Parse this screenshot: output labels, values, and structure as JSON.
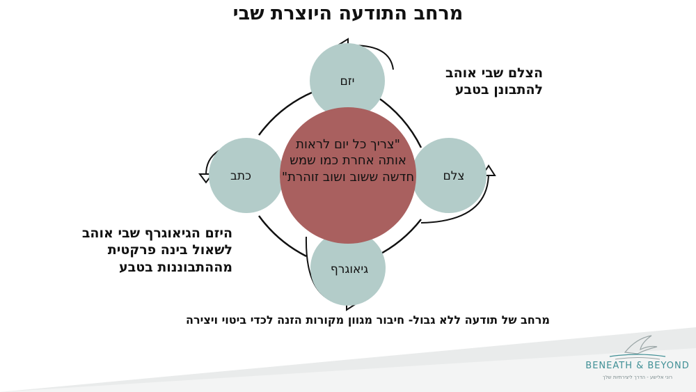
{
  "title": "מרחב התודעה היוצרת שבי",
  "diagram": {
    "nodes": {
      "top": "יזם",
      "right": "צלם",
      "bottom": "גיאוגרף",
      "left": "כתב"
    },
    "center_quote": "\"צריך כל יום לראות אותה אחרת כמו שמש חדשה ששוב ושוב זוהרת\"",
    "colors": {
      "node_fill": "#b3ccc9",
      "center_fill": "#a9605f",
      "stroke": "#111111"
    }
  },
  "notes": {
    "photographer": "הצלם שבי אוהב להתבונן בטבע",
    "entrepreneur_geographer": "היזם הגיאוגרף שבי אוהב לשאול בינה פרקטית מההתבוננות בטבע"
  },
  "footer": "מרחב של תודעה ללא גבול- חיבור מגוון מקורות הזנה לכדי ביטוי ויצירה",
  "logo": {
    "name": "BENEATH & BEYOND",
    "tagline": "רוני אלישע - הדרך ליצירתיות שלך",
    "accent": "#3f8f95"
  }
}
